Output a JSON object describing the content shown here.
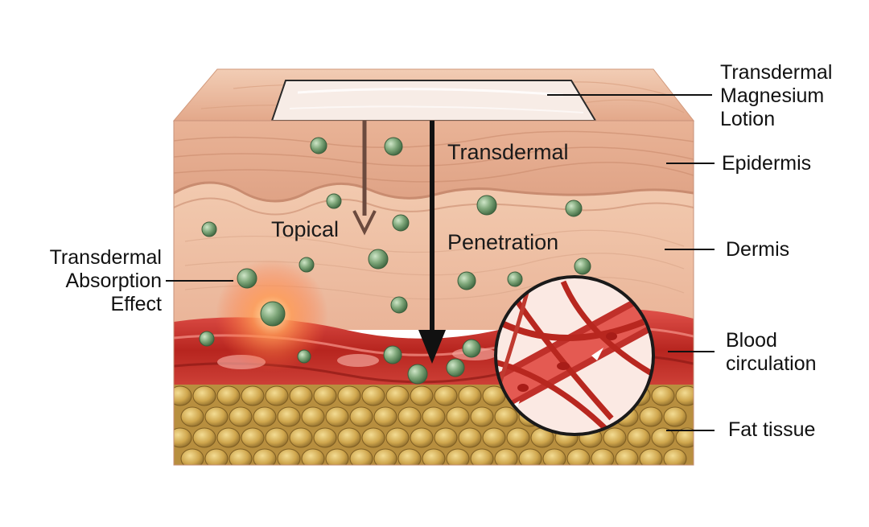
{
  "labels": {
    "lotion": [
      "Transdermal",
      "Magnesium",
      "Lotion"
    ],
    "epidermis": "Epidermis",
    "dermis": "Dermis",
    "blood": [
      "Blood",
      "circulation"
    ],
    "fat": "Fat tissue",
    "absorption": [
      "Transdermal",
      "Absorption",
      "Effect"
    ],
    "topical": "Topical",
    "transdermal_path": "Transdermal",
    "penetration": "Penetration"
  },
  "colors": {
    "skin_surface": "#e9b99c",
    "epidermis": "#e4ab8f",
    "dermis": "#f0c5ae",
    "blood_layer": "#c9322c",
    "fat": "#c9a24c",
    "particle": "#6f9a6c",
    "arrow_topical": "#6b4a3e",
    "arrow_transdermal": "#111111"
  },
  "icons": {
    "particle": "magnesium-particle-icon",
    "glow": "absorption-glow-icon",
    "zoom": "blood-vessel-magnifier-icon"
  }
}
